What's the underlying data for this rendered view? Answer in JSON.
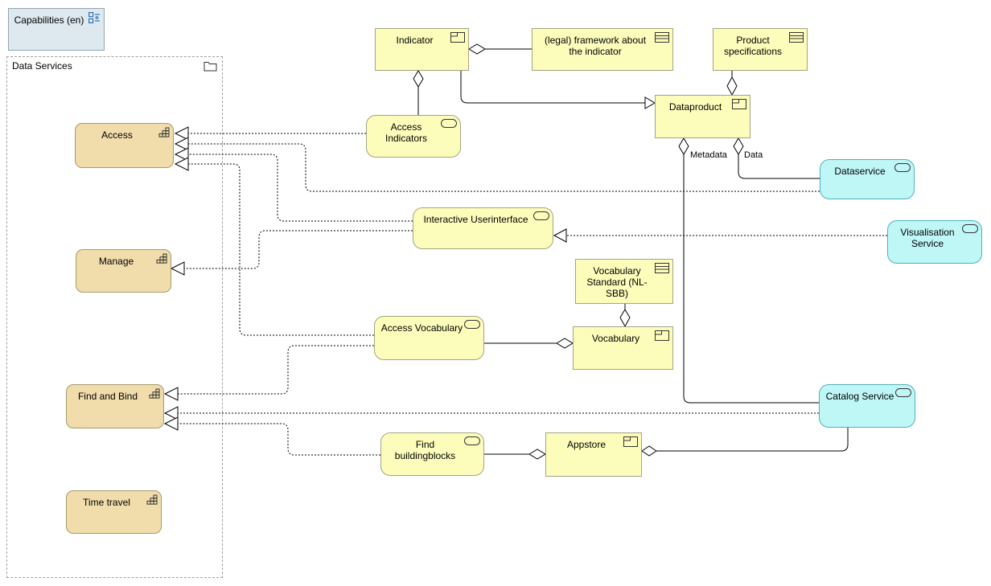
{
  "view": {
    "label": "Capabilities (en)"
  },
  "group": {
    "label": "Data Services"
  },
  "nodes": {
    "access": {
      "label": "Access",
      "type": "capability"
    },
    "manage": {
      "label": "Manage",
      "type": "capability"
    },
    "find_and_bind": {
      "label": "Find and Bind",
      "type": "capability"
    },
    "time_travel": {
      "label": "Time travel",
      "type": "capability"
    },
    "access_indicators": {
      "label": "Access Indicators",
      "type": "application-service"
    },
    "interactive_userinterface": {
      "label": "Interactive Userinterface",
      "type": "application-service"
    },
    "access_vocabulary": {
      "label": "Access Vocabulary",
      "type": "application-service"
    },
    "find_buildingblocks": {
      "label": "Find buildingblocks",
      "type": "application-service"
    },
    "indicator": {
      "label": "Indicator",
      "type": "product"
    },
    "framework": {
      "label": "(legal) framework about the indicator",
      "type": "specification"
    },
    "product_specifications": {
      "label": "Product specifications",
      "type": "specification"
    },
    "dataproduct": {
      "label": "Dataproduct",
      "type": "product"
    },
    "vocabulary_standard": {
      "label": "Vocabulary Standard (NL-SBB)",
      "type": "specification"
    },
    "vocabulary": {
      "label": "Vocabulary",
      "type": "product"
    },
    "appstore": {
      "label": "Appstore",
      "type": "product"
    },
    "dataservice": {
      "label": "Dataservice",
      "type": "external-service"
    },
    "visualisation_service": {
      "label": "Visualisation Service",
      "type": "external-service"
    },
    "catalog_service": {
      "label": "Catalog Service",
      "type": "external-service"
    }
  },
  "edge_labels": {
    "metadata": "Metadata",
    "data": "Data"
  },
  "colors": {
    "capability_fill": "#f1dcab",
    "capability_border": "#a79b6e",
    "business_fill": "#fdfdbb",
    "business_border": "#a3a383",
    "app_fill": "#bff7f7",
    "app_border": "#4fb0ba",
    "view_fill": "#dde9ee",
    "view_border": "#93a5ae",
    "view_icon": "#2e75b6"
  }
}
